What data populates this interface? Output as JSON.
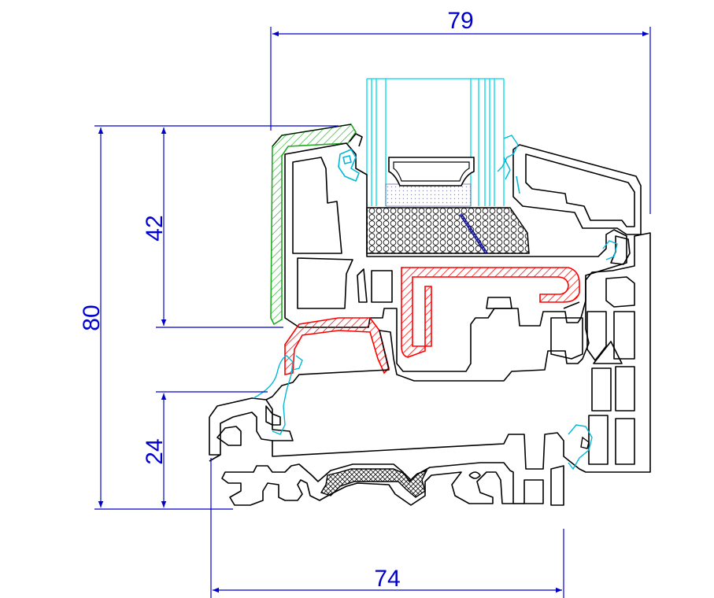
{
  "dimensions": {
    "top_width": "79",
    "bottom_width": "74",
    "total_height": "80",
    "sash_height": "42",
    "frame_height": "24"
  },
  "colors": {
    "dimension": "#0000cc",
    "profile": "#000000",
    "reinforcement": "#ff0000",
    "glass": "#00d8e8",
    "gasket": "#00b8d8",
    "bead": "#22aa22",
    "sealant": "#222222",
    "spacer": "#1a1a8a"
  }
}
